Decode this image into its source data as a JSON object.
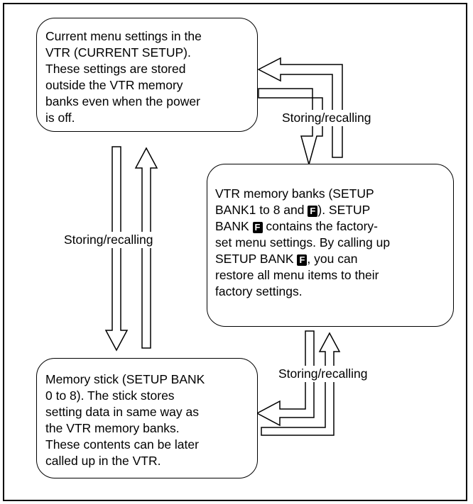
{
  "diagram": {
    "current_setup_box": {
      "lines": [
        "Current menu settings in the",
        "VTR (CURRENT SETUP).",
        "These settings are stored",
        "outside the VTR memory",
        "banks even when the power",
        "is off."
      ]
    },
    "memory_banks_box": {
      "lines": [
        [
          "VTR memory banks (SETUP",
          ""
        ],
        [
          "BANK1 to 8 and ",
          "). SETUP"
        ],
        [
          "BANK ",
          " contains the factory-"
        ],
        [
          "set menu settings. By calling up",
          ""
        ],
        [
          "SETUP BANK ",
          ", you can"
        ],
        [
          "restore all menu items to their",
          ""
        ],
        [
          "factory settings.",
          ""
        ]
      ],
      "key_label": "F"
    },
    "memory_stick_box": {
      "lines": [
        "Memory stick (SETUP BANK",
        "0 to 8). The stick  stores",
        "setting data in same way as",
        "the VTR memory banks.",
        "These contents can be later",
        "called up in the VTR."
      ]
    },
    "arrow_labels": {
      "top_right": "Storing/recalling",
      "left": "Storing/recalling",
      "bottom_right": "Storing/recalling"
    }
  }
}
